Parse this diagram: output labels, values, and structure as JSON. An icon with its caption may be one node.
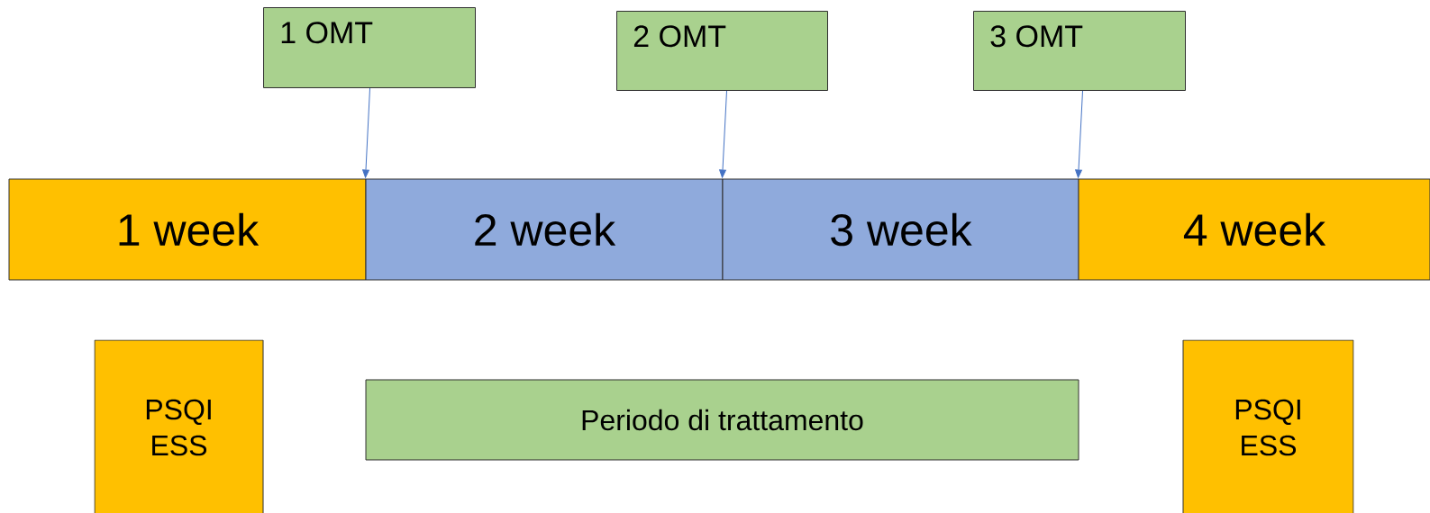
{
  "diagram": {
    "nodes": [
      {
        "text": [
          "1 OMT"
        ]
      },
      {
        "text": [
          "2 OMT"
        ]
      },
      {
        "text": [
          "3 OMT"
        ]
      },
      {
        "text": [
          "1 week"
        ]
      },
      {
        "text": [
          "2 week"
        ]
      },
      {
        "text": [
          "3 week"
        ]
      },
      {
        "text": [
          "4 week"
        ]
      },
      {
        "text": [
          "PSQI",
          "ESS"
        ]
      },
      {
        "text": [
          "Periodo di trattamento"
        ]
      },
      {
        "text": [
          "PSQI",
          "ESS"
        ]
      }
    ],
    "edges": [
      {
        "from": 0,
        "to": 4,
        "arrow": "to"
      },
      {
        "from": 1,
        "to": 5,
        "arrow": "to"
      },
      {
        "from": 2,
        "to": 6,
        "arrow": "to"
      }
    ]
  }
}
